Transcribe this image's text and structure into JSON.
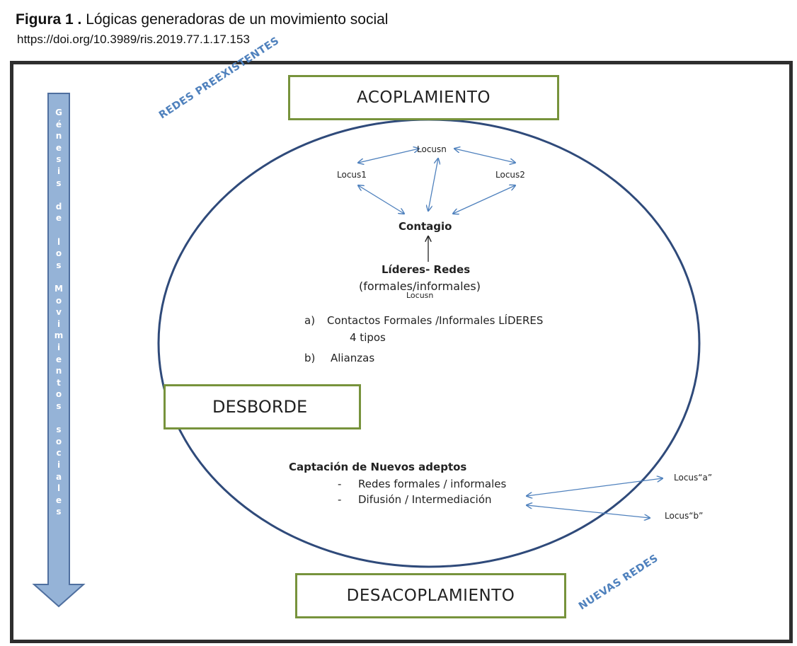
{
  "caption": {
    "label": "Figura 1 .",
    "title": "Lógicas generadoras de un movimiento social",
    "doi": "https://doi.org/10.3989/ris.2019.77.1.17.153"
  },
  "boxes": {
    "acoplamiento": "ACOPLAMIENTO",
    "desborde": "DESBORDE",
    "desacoplamiento": "DESACOPLAMIENTO"
  },
  "slanted": {
    "redes_preexistentes": "REDES PREEXISTENTES",
    "nuevas_redes": "NUEVAS REDES"
  },
  "vertical_arrow": {
    "label": "Génesis de los Movimientos sociales"
  },
  "loci": {
    "locus_n": "Locusn",
    "locus_1": "Locus1",
    "locus_2": "Locus2",
    "locus_n_small": "Locusn",
    "locus_a": "Locus“a”",
    "locus_b": "Locus“b”"
  },
  "center": {
    "contagio": "Contagio",
    "lideres": "Líderes- Redes",
    "lideres_sub": "(formales/informales)"
  },
  "list": {
    "a_marker": "a)",
    "a_text": "Contactos Formales /Informales LÍDERES",
    "a_sub": "4 tipos",
    "b_marker": "b)",
    "b_text": "Alianzas"
  },
  "captacion": {
    "title": "Captación de Nuevos adeptos",
    "dash": "-",
    "item1": "Redes formales / informales",
    "item2": "Difusión / Intermediación"
  },
  "colors": {
    "box_border": "#77933c",
    "ellipse": "#2f4a7a",
    "arrow_blue": "#4f81bd",
    "vertical_arrow_fill": "#95b3d7",
    "frame": "#2e2e2e"
  }
}
